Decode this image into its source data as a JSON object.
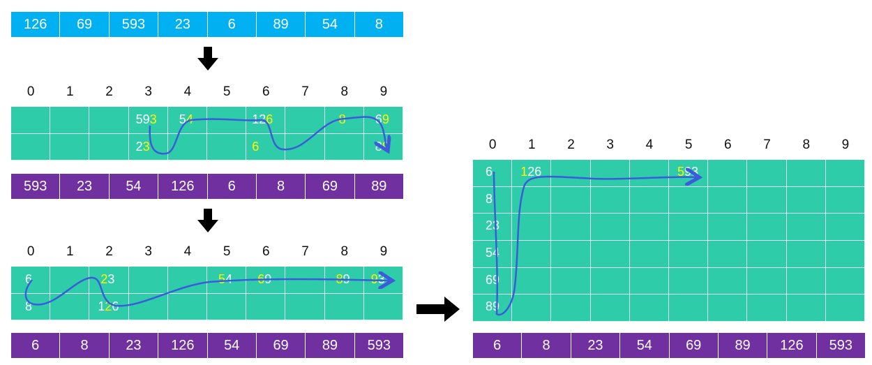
{
  "initial": [
    "126",
    "69",
    "593",
    "23",
    "6",
    "89",
    "54",
    "8"
  ],
  "pass1": {
    "digit_labels": [
      "0",
      "1",
      "2",
      "3",
      "4",
      "5",
      "6",
      "7",
      "8",
      "9"
    ],
    "buckets": [
      [],
      [],
      [],
      [
        {
          "pre": "59",
          "hl": "3",
          "post": ""
        },
        {
          "pre": "2",
          "hl": "3",
          "post": ""
        }
      ],
      [
        {
          "pre": "5",
          "hl": "4",
          "post": ""
        }
      ],
      [],
      [
        {
          "pre": "12",
          "hl": "6",
          "post": ""
        },
        {
          "pre": "",
          "hl": "6",
          "post": ""
        }
      ],
      [],
      [
        {
          "pre": "",
          "hl": "8",
          "post": ""
        }
      ],
      [
        {
          "pre": "6",
          "hl": "9",
          "post": ""
        },
        {
          "pre": "8",
          "hl": "9",
          "post": ""
        }
      ]
    ],
    "result": [
      "593",
      "23",
      "54",
      "126",
      "6",
      "8",
      "69",
      "89"
    ]
  },
  "pass2": {
    "digit_labels": [
      "0",
      "1",
      "2",
      "3",
      "4",
      "5",
      "6",
      "7",
      "8",
      "9"
    ],
    "buckets": [
      [
        {
          "pre": "",
          "hl": "",
          "post": "6"
        },
        {
          "pre": "",
          "hl": "",
          "post": "8"
        }
      ],
      [],
      [
        {
          "pre": "",
          "hl": "2",
          "post": "3"
        },
        {
          "pre": "1",
          "hl": "2",
          "post": "6"
        }
      ],
      [],
      [],
      [
        {
          "pre": "",
          "hl": "5",
          "post": "4"
        }
      ],
      [
        {
          "pre": "",
          "hl": "6",
          "post": "9"
        }
      ],
      [],
      [
        {
          "pre": "",
          "hl": "8",
          "post": "9"
        }
      ],
      [
        {
          "pre": "",
          "hl": "9",
          "post": "3"
        }
      ]
    ],
    "result": [
      "6",
      "8",
      "23",
      "126",
      "54",
      "69",
      "89",
      "593"
    ]
  },
  "pass3": {
    "digit_labels": [
      "0",
      "1",
      "2",
      "3",
      "4",
      "5",
      "6",
      "7",
      "8",
      "9"
    ],
    "bucket_0": [
      "6",
      "8",
      "23",
      "54",
      "69",
      "89"
    ],
    "bucket_1": {
      "hl": "1",
      "post": "26"
    },
    "bucket_5": {
      "hl": "5",
      "post": "93"
    },
    "result": [
      "6",
      "8",
      "23",
      "54",
      "69",
      "89",
      "126",
      "593"
    ]
  },
  "colors": {
    "input": "#00b0f0",
    "bucket": "#2ecca8",
    "output": "#7030a0",
    "highlight_digit": "#ffff00",
    "flow_line": "#3b5bdb"
  },
  "icons": [
    "arrow-down-icon",
    "arrow-down-icon",
    "arrow-right-icon"
  ]
}
